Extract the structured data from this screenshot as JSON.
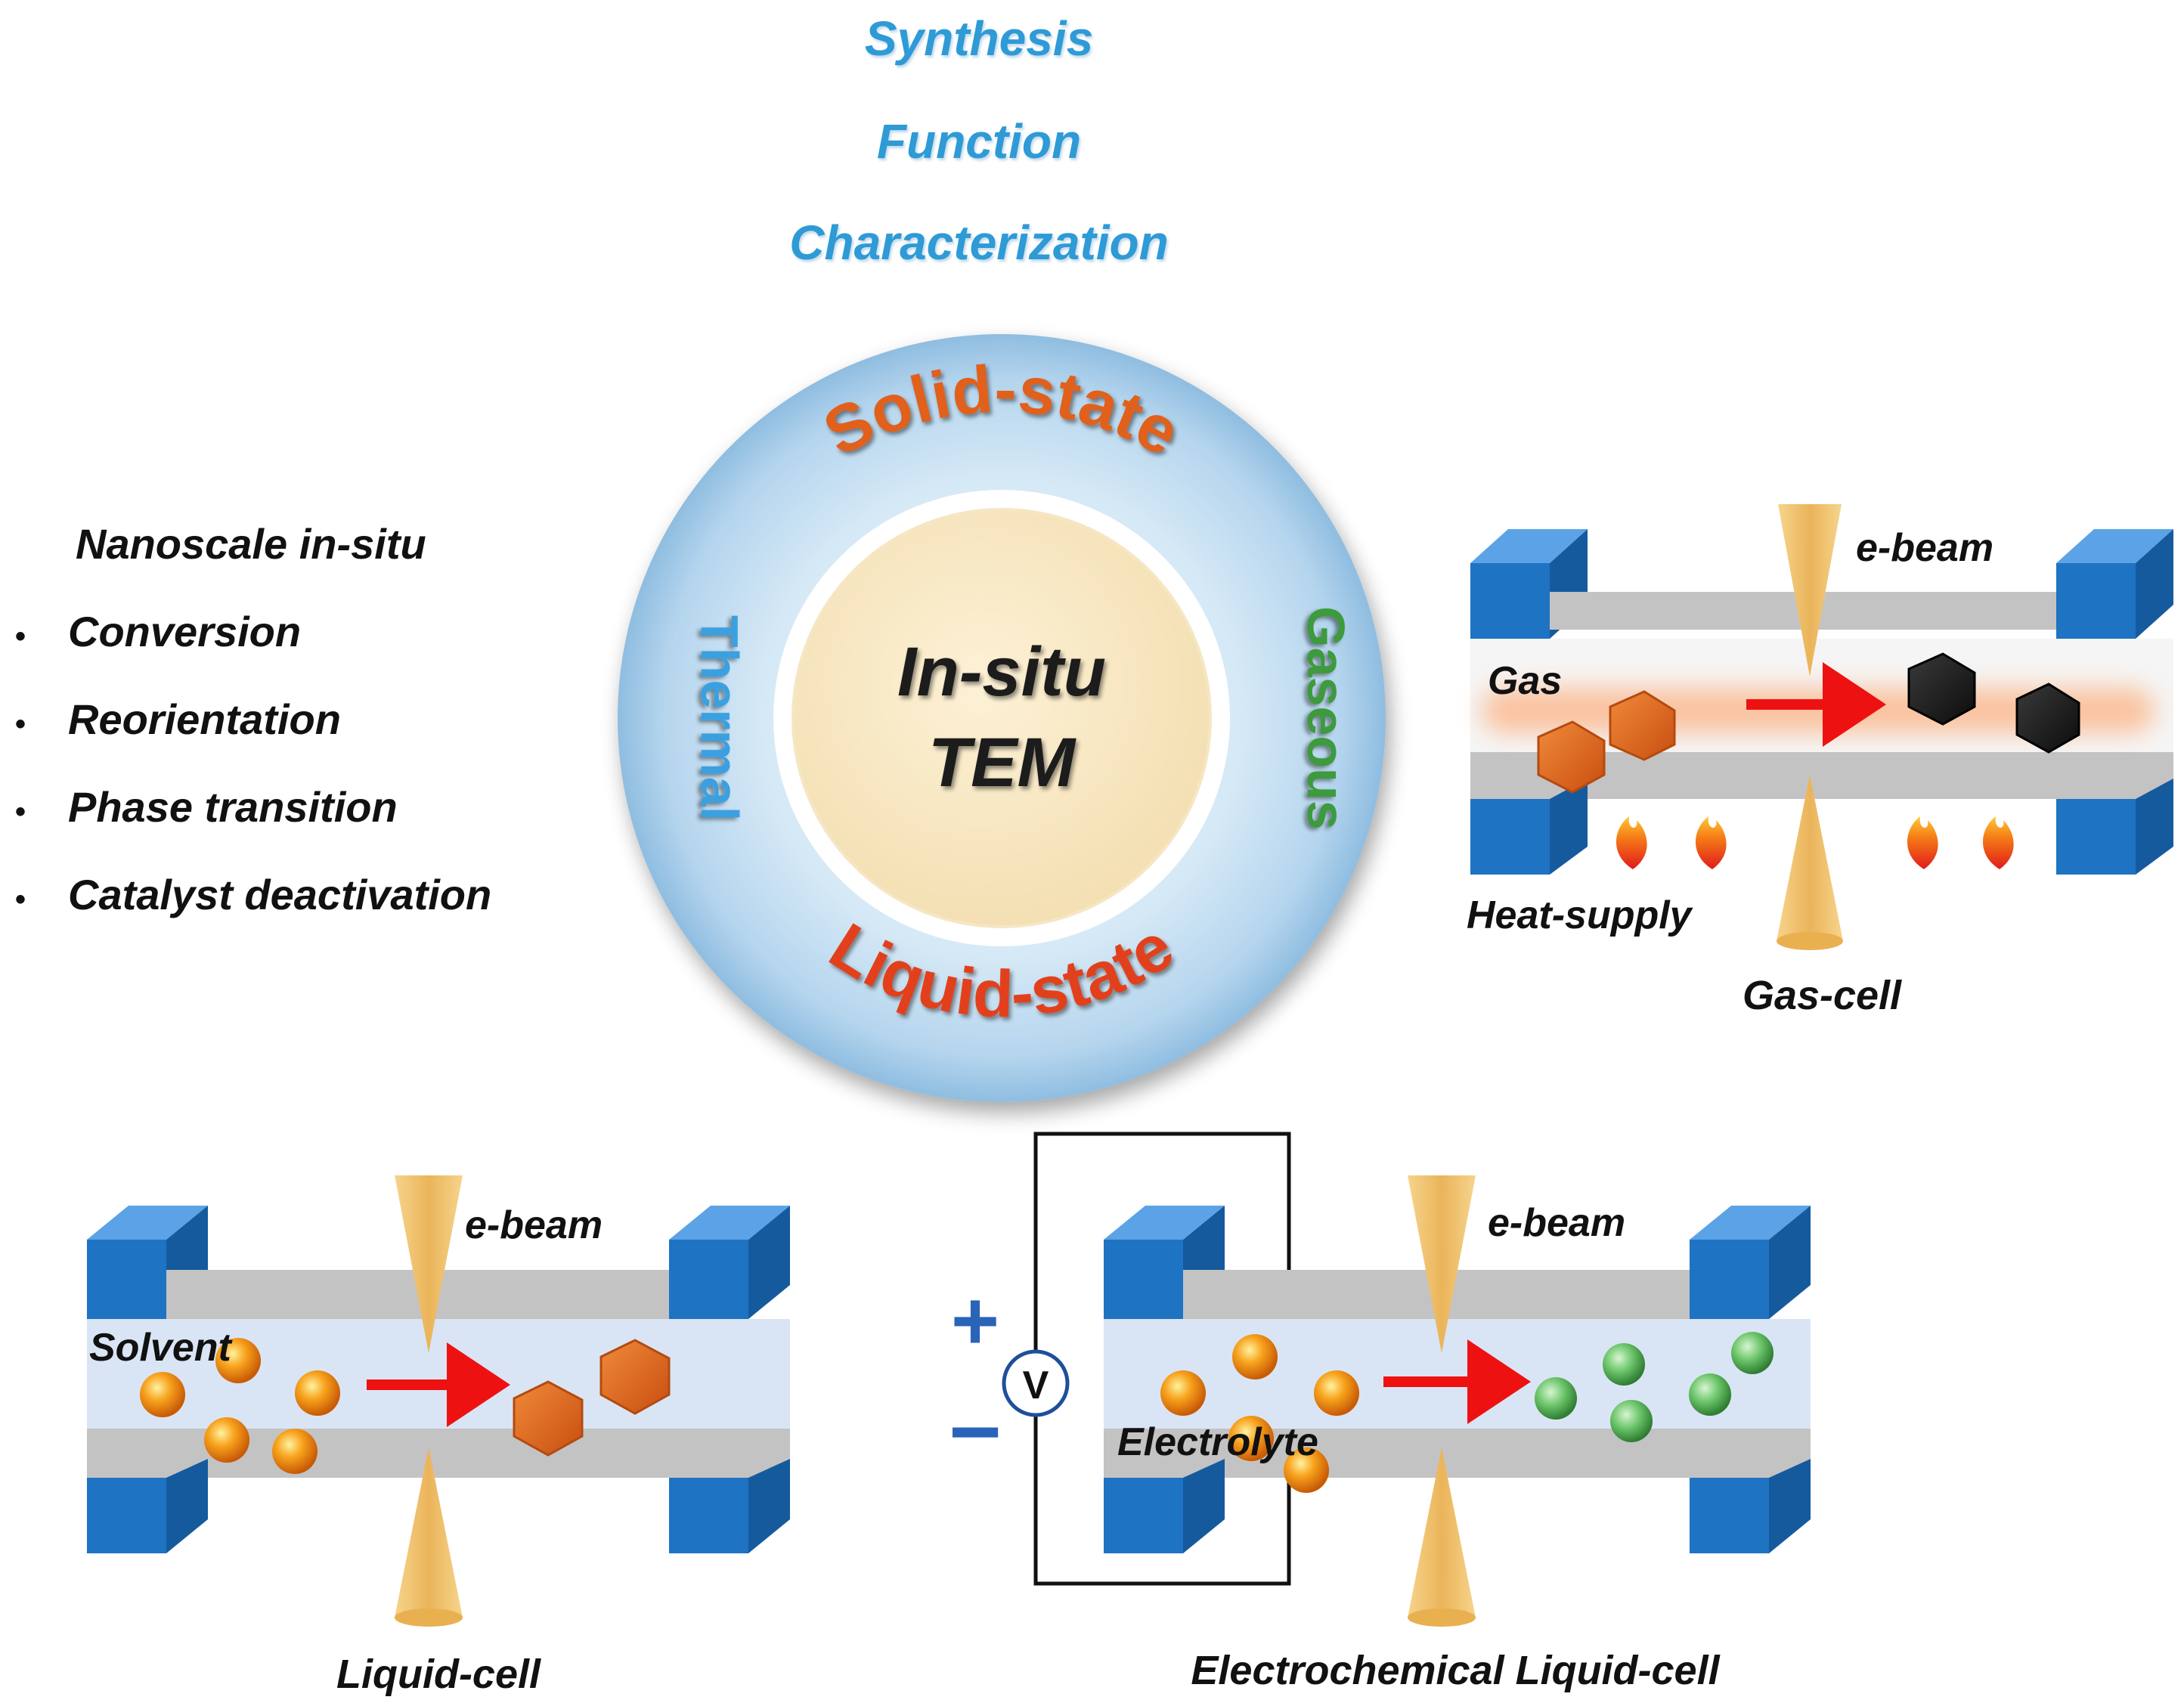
{
  "headings": [
    "Synthesis",
    "Function",
    "Characterization"
  ],
  "side_list": {
    "title": "Nanoscale in-situ",
    "items": [
      "Conversion",
      "Reorientation",
      "Phase transition",
      "Catalyst  deactivation"
    ]
  },
  "ring": {
    "center_line1": "In-situ",
    "center_line2": "TEM",
    "top": "Solid-state",
    "bottom": "Liquid-state",
    "left": "Thermal",
    "right": "Gaseous"
  },
  "gas_cell": {
    "beam": "e-beam",
    "medium": "Gas",
    "heat": "Heat-supply",
    "caption": "Gas-cell"
  },
  "liquid_cell": {
    "beam": "e-beam",
    "medium": "Solvent",
    "caption": "Liquid-cell"
  },
  "echem_cell": {
    "beam": "e-beam",
    "medium": "Electrolyte",
    "caption": "Electrochemical Liquid-cell",
    "plus": "+",
    "minus": "−",
    "meter": "V"
  },
  "colors": {
    "heading_blue": "#2e9ad6",
    "solid_orange": "#e0601c",
    "liquid_red": "#e2401a",
    "thermal_blue": "#3aa0e0",
    "gaseous_green": "#3e9a3c",
    "block_blue": "#1e73c2",
    "arrow_red": "#ee1111",
    "beam_gold": "#f0bd5c"
  }
}
